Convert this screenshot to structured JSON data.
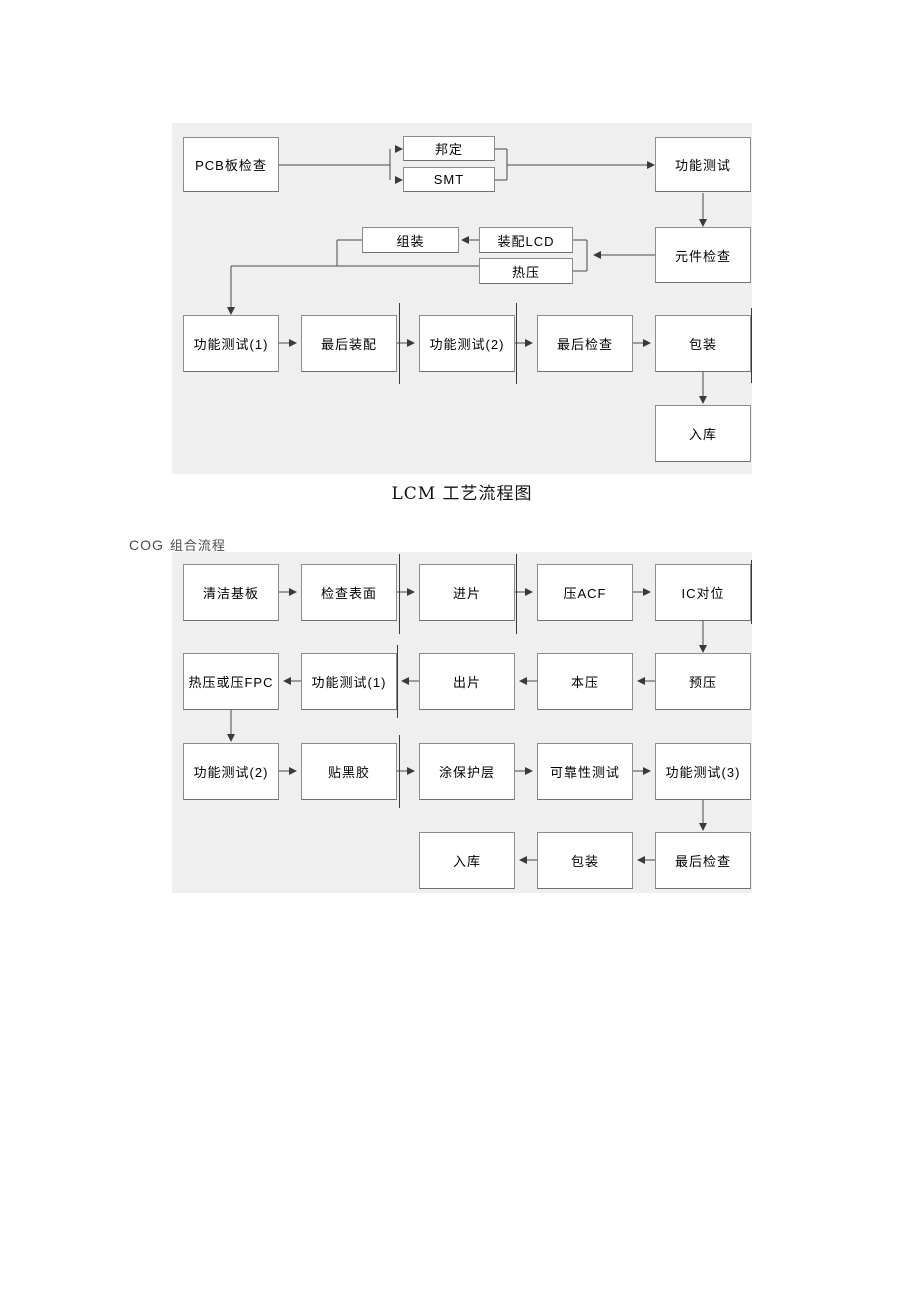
{
  "lcm": {
    "caption": "LCM 工艺流程图",
    "nodes": {
      "pcb_check": "PCB板检查",
      "bonding": "邦定",
      "smt": "SMT",
      "func_test": "功能测试",
      "component_check": "元件检查",
      "assemble": "组装",
      "assemble_lcd": "装配LCD",
      "hot_press": "热压",
      "func_test_1": "功能测试(1)",
      "final_assemble": "最后装配",
      "func_test_2": "功能测试(2)",
      "final_check": "最后检查",
      "packing": "包装",
      "warehouse": "入库"
    }
  },
  "cog": {
    "label_en": "COG",
    "label_cn": "组合流程",
    "nodes": {
      "clean_substrate": "清洁基板",
      "check_surface": "检查表面",
      "feed_in": "进片",
      "press_acf": "压ACF",
      "ic_align": "IC对位",
      "hot_press_fpc": "热压或压FPC",
      "func_test_1": "功能测试(1)",
      "feed_out": "出片",
      "main_press": "本压",
      "pre_press": "预压",
      "func_test_2": "功能测试(2)",
      "black_glue": "贴黑胶",
      "protect_coat": "涂保护层",
      "reliability_test": "可靠性测试",
      "func_test_3": "功能测试(3)",
      "warehouse": "入库",
      "packing": "包装",
      "final_check": "最后检查"
    }
  },
  "colors": {
    "chart_background": "#efefef",
    "node_background": "#ffffff",
    "node_border": "#8c8c8c",
    "connector": "#4a4a4a",
    "caption_text": "#111111",
    "cog_label_text": "#4d4d4d"
  }
}
